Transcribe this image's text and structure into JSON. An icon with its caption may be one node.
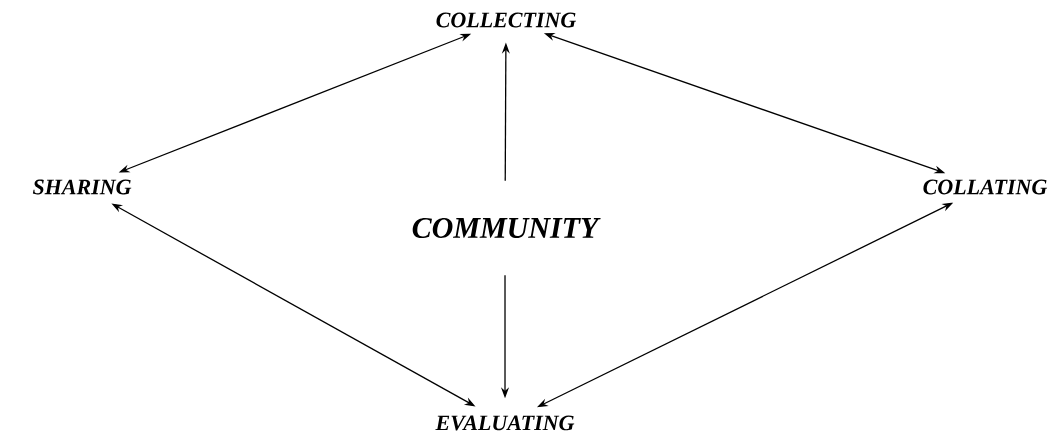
{
  "diagram": {
    "nodes": [
      {
        "text": [
          "COLLECTING"
        ]
      },
      {
        "text": [
          "SHARING"
        ]
      },
      {
        "text": [
          "COMMUNITY"
        ]
      },
      {
        "text": [
          "COLLATING"
        ]
      },
      {
        "text": [
          "EVALUATING"
        ]
      }
    ],
    "edges": [
      {
        "from": 1,
        "to": 0,
        "arrow": "both"
      },
      {
        "from": 0,
        "to": 3,
        "arrow": "both"
      },
      {
        "from": 1,
        "to": 4,
        "arrow": "both"
      },
      {
        "from": 4,
        "to": 3,
        "arrow": "both"
      },
      {
        "from": 2,
        "to": 0,
        "arrow": "to"
      },
      {
        "from": 2,
        "to": 4,
        "arrow": "to"
      }
    ]
  }
}
